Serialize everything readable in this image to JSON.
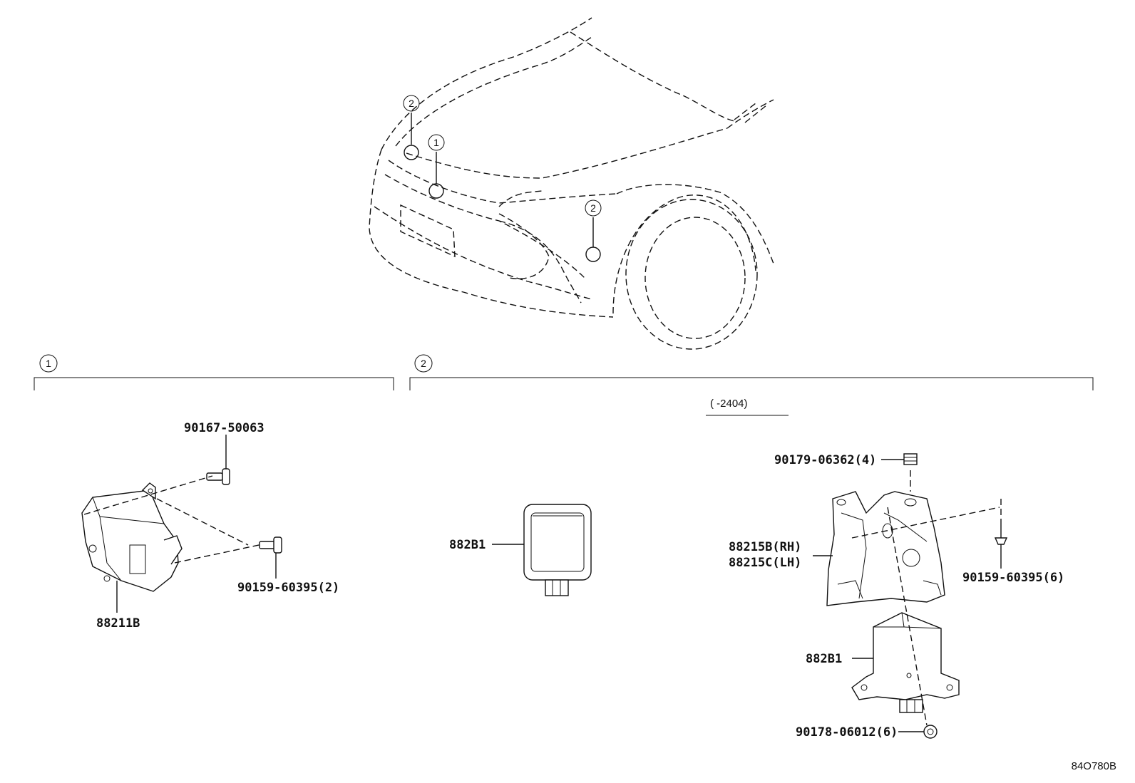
{
  "diagram_id": "84O780B",
  "callouts": {
    "c1": "1",
    "c2": "2"
  },
  "sections": {
    "section1": {
      "number": "1",
      "parts": {
        "bolt_top": "90167-50063",
        "bolt_side": "90159-60395(2)",
        "module": "88211B"
      }
    },
    "section2": {
      "number": "2",
      "date_range": "(      -2404)",
      "parts": {
        "sensor_front": "882B1",
        "clip": "90179-06362(4)",
        "bracket_rh": "88215B(RH)",
        "bracket_lh": "88215C(LH)",
        "screw": "90159-60395(6)",
        "sensor_bracket": "882B1",
        "nut": "90178-06012(6)"
      }
    }
  }
}
